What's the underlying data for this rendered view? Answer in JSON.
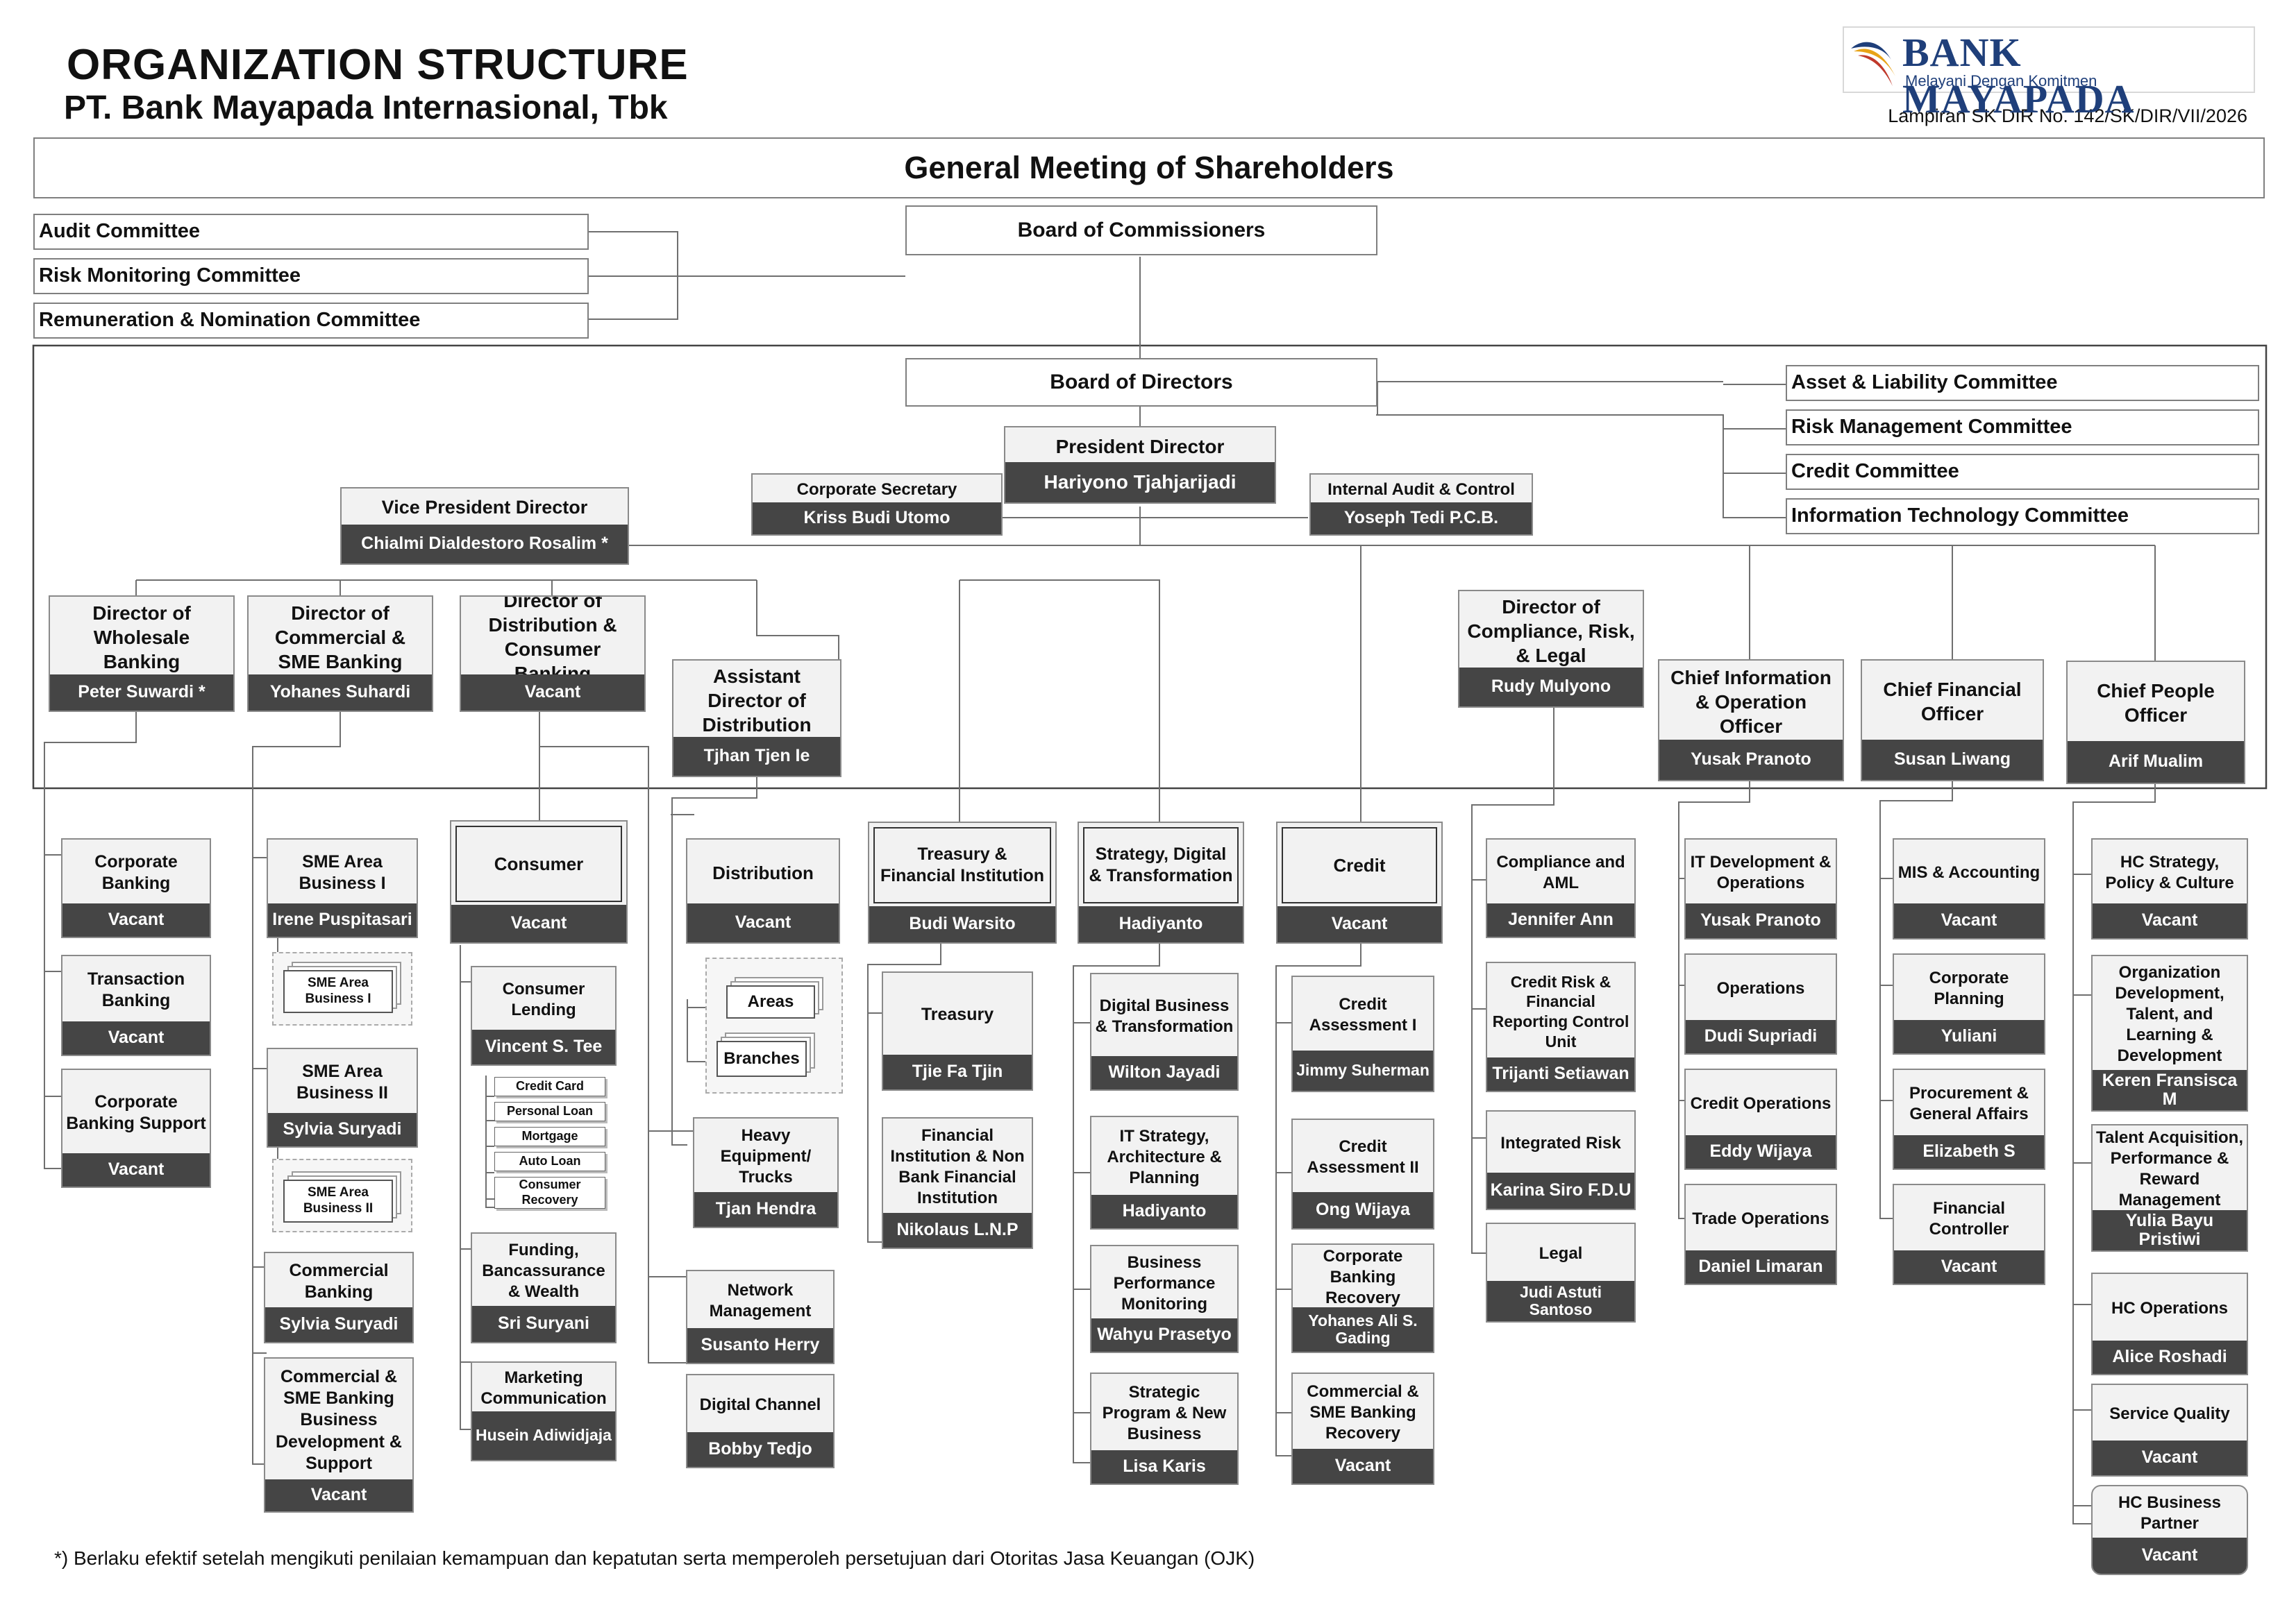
{
  "header": {
    "title": "ORGANIZATION STRUCTURE",
    "subtitle": "PT. Bank Mayapada Internasional, Tbk",
    "decree": "Lampiran SK DIR No. 142/SK/DIR/VII/2026"
  },
  "logo": {
    "name": "BANK MAYAPADA",
    "tagline": "Melayani Dengan Komitmen"
  },
  "gms": "General Meeting of Shareholders",
  "board_commissioners": "Board of Commissioners",
  "commissioner_committees": [
    "Audit Committee",
    "Risk Monitoring Committee",
    "Remuneration & Nomination Committee"
  ],
  "board_directors": "Board of Directors",
  "director_committees": [
    "Asset & Liability Committee",
    "Risk Management Committee",
    "Credit Committee",
    "Information Technology Committee"
  ],
  "president": {
    "title": "President Director",
    "name": "Hariyono Tjahjarijadi"
  },
  "corp_secretary": {
    "title": "Corporate Secretary",
    "name": "Kriss Budi Utomo"
  },
  "internal_audit": {
    "title": "Internal Audit & Control",
    "name": "Yoseph Tedi P.C.B."
  },
  "vice_president": {
    "title": "Vice President Director",
    "name": "Chialmi Dialdestoro Rosalim *"
  },
  "directors": [
    {
      "title": "Director of Wholesale Banking",
      "name": "Peter Suwardi *"
    },
    {
      "title": "Director of Commercial & SME Banking",
      "name": "Yohanes Suhardi"
    },
    {
      "title": "Director of Distribution & Consumer Banking",
      "name": "Vacant"
    },
    {
      "title": "Assistant Director of Distribution",
      "name": "Tjhan Tjen Ie"
    },
    {
      "title": "Director of Compliance, Risk, & Legal",
      "name": "Rudy Mulyono"
    },
    {
      "title": "Chief Information & Operation Officer",
      "name": "Yusak Pranoto"
    },
    {
      "title": "Chief Financial Officer",
      "name": "Susan Liwang"
    },
    {
      "title": "Chief People Officer",
      "name": "Arif Mualim"
    }
  ],
  "wholesale": [
    {
      "title": "Corporate Banking",
      "name": "Vacant"
    },
    {
      "title": "Transaction Banking",
      "name": "Vacant"
    },
    {
      "title": "Corporate Banking Support",
      "name": "Vacant"
    }
  ],
  "commercial": [
    {
      "title": "SME Area Business I",
      "name": "Irene Puspitasari"
    },
    {
      "title": "SME Area Business II",
      "name": "Sylvia Suryadi"
    },
    {
      "title": "Commercial Banking",
      "name": "Sylvia Suryadi"
    },
    {
      "title": "Commercial & SME Banking Business Development & Support",
      "name": "Vacant"
    }
  ],
  "sme_sub": [
    "SME Area Business I",
    "SME Area Business II"
  ],
  "consumer": {
    "title": "Consumer",
    "name": "Vacant"
  },
  "consumer_units": [
    {
      "title": "Consumer Lending",
      "name": "Vincent S. Tee"
    },
    {
      "title": "Funding, Bancassurance & Wealth",
      "name": "Sri Suryani"
    },
    {
      "title": "Marketing Communication",
      "name": "Husein Adiwidjaja"
    }
  ],
  "lending_items": [
    "Credit Card",
    "Personal Loan",
    "Mortgage",
    "Auto Loan",
    "Consumer Recovery"
  ],
  "distribution": {
    "title": "Distribution",
    "name": "Vacant"
  },
  "dist_sub": [
    "Areas",
    "Branches"
  ],
  "dist_units": [
    {
      "title": "Heavy Equipment/ Trucks",
      "name": "Tjan Hendra"
    },
    {
      "title": "Network Management",
      "name": "Susanto Herry"
    },
    {
      "title": "Digital Channel",
      "name": "Bobby Tedjo"
    }
  ],
  "treasury_head": {
    "title": "Treasury & Financial Institution",
    "name": "Budi Warsito"
  },
  "treasury_units": [
    {
      "title": "Treasury",
      "name": "Tjie Fa Tjin"
    },
    {
      "title": "Financial Institution & Non Bank Financial Institution",
      "name": "Nikolaus L.N.P"
    }
  ],
  "strategy_head": {
    "title": "Strategy, Digital & Transformation",
    "name": "Hadiyanto"
  },
  "strategy_units": [
    {
      "title": "Digital Business & Transformation",
      "name": "Wilton Jayadi"
    },
    {
      "title": "IT Strategy, Architecture & Planning",
      "name": "Hadiyanto"
    },
    {
      "title": "Business Performance Monitoring",
      "name": "Wahyu Prasetyo"
    },
    {
      "title": "Strategic Program & New Business",
      "name": "Lisa Karis"
    }
  ],
  "credit_head": {
    "title": "Credit",
    "name": "Vacant"
  },
  "credit_units": [
    {
      "title": "Credit Assessment I",
      "name": "Jimmy Suherman"
    },
    {
      "title": "Credit Assessment II",
      "name": "Ong Wijaya"
    },
    {
      "title": "Corporate Banking Recovery",
      "name": "Yohanes Ali S. Gading"
    },
    {
      "title": "Commercial & SME Banking Recovery",
      "name": "Vacant"
    }
  ],
  "compliance_units": [
    {
      "title": "Compliance and AML",
      "name": "Jennifer Ann"
    },
    {
      "title": "Credit Risk & Financial Reporting Control Unit",
      "name": "Trijanti Setiawan"
    },
    {
      "title": "Integrated Risk",
      "name": "Karina Siro F.D.U"
    },
    {
      "title": "Legal",
      "name": "Judi Astuti Santoso"
    }
  ],
  "cio_units": [
    {
      "title": "IT Development & Operations",
      "name": "Yusak Pranoto"
    },
    {
      "title": "Operations",
      "name": "Dudi Supriadi"
    },
    {
      "title": "Credit Operations",
      "name": "Eddy Wijaya"
    },
    {
      "title": "Trade Operations",
      "name": "Daniel Limaran"
    }
  ],
  "cfo_units": [
    {
      "title": "MIS & Accounting",
      "name": "Vacant"
    },
    {
      "title": "Corporate Planning",
      "name": "Yuliani"
    },
    {
      "title": "Procurement & General Affairs",
      "name": "Elizabeth S"
    },
    {
      "title": "Financial Controller",
      "name": "Vacant"
    }
  ],
  "cpo_units": [
    {
      "title": "HC Strategy, Policy & Culture",
      "name": "Vacant"
    },
    {
      "title": "Organization Development, Talent, and Learning & Development",
      "name": "Keren Fransisca M"
    },
    {
      "title": "Talent Acquisition, Performance & Reward Management",
      "name": "Yulia Bayu Pristiwi"
    },
    {
      "title": "HC Operations",
      "name": "Alice Roshadi"
    },
    {
      "title": "Service Quality",
      "name": "Vacant"
    },
    {
      "title": "HC Business Partner",
      "name": "Vacant"
    }
  ],
  "footnote": "*) Berlaku efektif setelah mengikuti penilaian kemampuan dan kepatutan serta memperoleh persetujuan dari Otoritas Jasa Keuangan (OJK)",
  "colors": {
    "name_bar": "#454545",
    "card_bg": "#f2f2f2",
    "border": "#808080",
    "logo_blue": "#1f3f7a",
    "logo_gold": "#e8a317",
    "logo_red": "#c0392b"
  },
  "icons": [
    "bank-mayapada-logo-mark"
  ]
}
